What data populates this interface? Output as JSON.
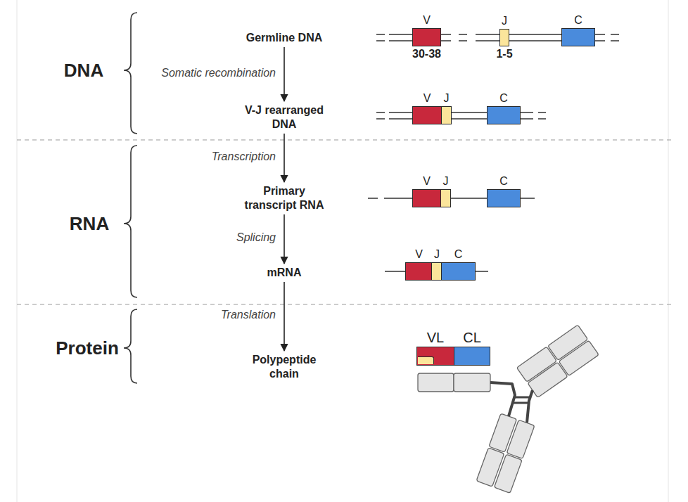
{
  "diagram": {
    "nodes": [
      {
        "text": [
          "Germline DNA"
        ]
      },
      {
        "text": [
          "V",
          "30-38"
        ]
      },
      {
        "text": [
          "J",
          "1-5"
        ]
      },
      {
        "text": [
          "C"
        ]
      },
      {
        "text": [
          "V-J rearranged DNA"
        ]
      },
      {
        "text": [
          "V"
        ]
      },
      {
        "text": [
          "J"
        ]
      },
      {
        "text": [
          "C"
        ]
      },
      {
        "text": [
          "Primary transcript RNA"
        ]
      },
      {
        "text": [
          "V"
        ]
      },
      {
        "text": [
          "J"
        ]
      },
      {
        "text": [
          "C"
        ]
      },
      {
        "text": [
          "mRNA"
        ]
      },
      {
        "text": [
          "V"
        ]
      },
      {
        "text": [
          "J"
        ]
      },
      {
        "text": [
          "C"
        ]
      },
      {
        "text": [
          "Polypeptide chain"
        ]
      },
      {
        "text": [
          "VL"
        ]
      },
      {
        "text": [
          "CL"
        ]
      }
    ],
    "edges": [
      {
        "from": 0,
        "to": 4,
        "arrow": "to",
        "label": "Somatic recombination"
      },
      {
        "from": 4,
        "to": 8,
        "arrow": "to",
        "label": "Transcription"
      },
      {
        "from": 8,
        "to": 12,
        "arrow": "to",
        "label": "Splicing"
      },
      {
        "from": 12,
        "to": 16,
        "arrow": "to",
        "label": "Translation"
      }
    ],
    "labels": [
      "DNA",
      "RNA",
      "Protein"
    ]
  }
}
